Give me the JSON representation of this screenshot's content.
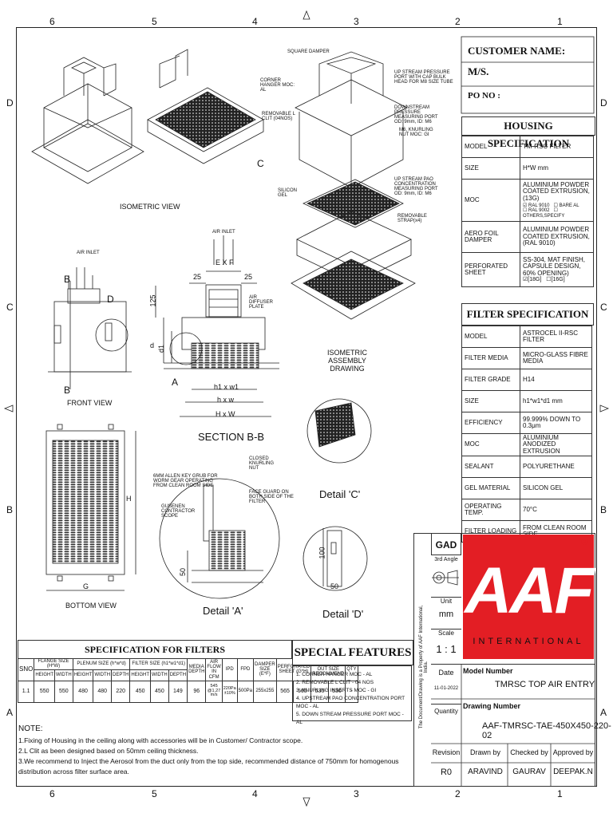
{
  "zones": {
    "top": [
      "6",
      "5",
      "4",
      "3",
      "2",
      "1"
    ],
    "side": [
      "D",
      "C",
      "B",
      "A"
    ]
  },
  "customer": {
    "name_label": "CUSTOMER NAME:",
    "ms": "M/S.",
    "po": "PO NO :"
  },
  "housing": {
    "title": "HOUSING SPECIFICATION",
    "rows": [
      {
        "k": "MODEL",
        "v": "TM-RSC FILTER"
      },
      {
        "k": "SIZE",
        "v": "H*W mm"
      },
      {
        "k": "MOC",
        "v": "ALUMINIUM POWDER COATED EXTRUSION,(13G)"
      },
      {
        "k": "AERO FOIL DAMPER",
        "v": "ALUMINIUM POWDER COATED EXTRUSION, (RAL 9010)"
      },
      {
        "k": "PERFORATED SHEET",
        "v": "SS-304, MAT FINISH, CAPSULE DESIGN, 60% OPENING)"
      }
    ],
    "moc_opts": [
      "RAL 9010",
      "BARE AL",
      "RAL 9002",
      "OTHERS,SPECIFY"
    ],
    "sheet_opts": [
      "[18G]",
      "[16G]"
    ]
  },
  "filter": {
    "title": "FILTER SPECIFICATION",
    "rows": [
      {
        "k": "MODEL",
        "v": "ASTROCEL II-RSC FILTER"
      },
      {
        "k": "FILTER MEDIA",
        "v": "MICRO-GLASS FIBRE MEDIA"
      },
      {
        "k": "FILTER GRADE",
        "v": "H14"
      },
      {
        "k": "SIZE",
        "v": "h1*w1*d1 mm"
      },
      {
        "k": "EFFICIENCY",
        "v": "99.999% DOWN TO 0.3μm"
      },
      {
        "k": "MOC",
        "v": "ALUMINIUM ANODIZED EXTRUSION"
      },
      {
        "k": "SEALANT",
        "v": "POLYURETHANE"
      },
      {
        "k": "GEL MATERIAL",
        "v": "SILICON GEL"
      },
      {
        "k": "OPERATING TEMP.",
        "v": "70°C"
      },
      {
        "k": "FILTER LOADING",
        "v": "FROM CLEAN ROOM SIDE"
      }
    ]
  },
  "views": {
    "iso": "ISOMETRIC VIEW",
    "iso_asm": "ISOMETRIC ASSEMBLY DRAWING",
    "front": "FRONT VIEW",
    "section": "SECTION B-B",
    "bottom": "BOTTOM VIEW",
    "detail_a": "Detail 'A'",
    "detail_c": "Detail 'C'",
    "detail_d": "Detail 'D'",
    "air_inlet": "AIR INLET",
    "air_diffuser": "AIR DIFFUSER PLATE",
    "exf": "E X F",
    "d25a": "25",
    "d25b": "25",
    "d125": "125",
    "dd": "d",
    "dd1": "d1",
    "h1w1": "h1 x w1",
    "hw": "h x w",
    "HW": "H x W",
    "G": "G",
    "H": "H",
    "d100": "100",
    "d50": "50",
    "d50b": "50",
    "A": "A",
    "B1": "B",
    "B2": "B",
    "C": "C",
    "D": "D",
    "c_square": "SQUARE DAMPER",
    "c_corner": "CORNER HANGER MOC: AL",
    "c_removable": "REMOVABLE L CLIT (04NOS)",
    "c_silicon": "SILICON GEL",
    "c_upstream": "UP STREAM PRESSURE PORT WITH CAP BULK HEAD FOR M8 SIZE TUBE",
    "c_downstream": "DOWNSTREAM PRESSURE MEASURING PORT OD: 9mm, ID: M6",
    "c_knurl": "M6, KNURLING NUT MOC: GI",
    "c_pao": "UP STREAM PAO CONCENTRATION MEASURING PORT OD: 9mm, ID: M6",
    "c_strap": "REMOVABLE STRAP(x4)",
    "c_allen": "6MM ALLEN KEY GRUB FOR WORM GEAR OPERATING FROM CLEAN ROOM SIDE",
    "c_closed": "CLOSED KNURLING NUT",
    "c_face": "FACE GUARD ON BOTH SIDE OF THE FILTER",
    "c_gusenen": "GUSENEN CONTRACTOR SCOPE"
  },
  "filter_table": {
    "title": "SPECIFICATION FOR FILTERS",
    "h": [
      "SNO",
      "FLANGE SIZE (H*W)",
      "PLENUM SIZE (h*w*d)",
      "FILTER SIZE (h1*w1*d1)",
      "MEDIA DEPTH",
      "AIR FLOW IN CFM",
      "IPD",
      "FPD",
      "DAMPER SIZE (E*F)",
      "PERFORATED SHEET (G*H)",
      "CEILING CUT OUT SIZE RECOMMEND",
      "QTY"
    ],
    "sub": [
      "HEIGHT",
      "WIDTH",
      "HEIGHT",
      "WIDTH",
      "DEPTH"
    ],
    "row": [
      "1.1",
      "550",
      "550",
      "480",
      "480",
      "220",
      "450",
      "450",
      "149",
      "96",
      "545 @1.27 m/s",
      "220Pa ±10%",
      "500Pa",
      "255x255",
      "565",
      "565",
      "530",
      "530",
      "-"
    ]
  },
  "features": {
    "title": "SPECIAL FEATURES",
    "items": [
      "1.   CORNER HANGER MOC - AL",
      "2.   REMOVABLE L CLIT - 04 NOS",
      "3.   KNURLING INSERTS MOC - GI",
      "4.   UPSTREAM PAO CONCENTRATION PORT MOC - AL",
      "5.   DOWN STREAM PRESSURE PORT MOC - AL"
    ]
  },
  "notes": {
    "title": "NOTE:",
    "lines": [
      "1.Fixing of Housing in the ceiling along with accessories will be in Customer/ Contractor scope.",
      "2.L Clit as been designed based on 50mm ceiling thickness.",
      "3.We recommend to Inject the Aerosol from the duct only from the top side, recommended distance of 750mm for homogenous distribution across filter surface area."
    ]
  },
  "titleblock": {
    "gad": "GAD",
    "angle": "3rd Angle",
    "unit": "Unit",
    "unit_v": "mm",
    "scale": "Scale",
    "scale_v": "1 : 1",
    "date": "Date",
    "date_v": "11-01-2022",
    "model_label": "Model Number",
    "model_v": "TMRSC TOP AIR ENTRY",
    "qty": "Quantity",
    "drawing_label": "Drawing Number",
    "drawing_v": "AAF-TMRSC-TAE-450X450-220-02",
    "rev": "Revision",
    "rev_v": "R0",
    "drawn": "Drawn by",
    "drawn_v": "ARAVIND",
    "checked": "Checked by",
    "checked_v": "GAURAV",
    "approved": "Approved by",
    "approved_v": "DEEPAK.N",
    "logo": "AAF",
    "logo_sub": "INTERNATIONAL",
    "vertical": "The Document/Drawing is a Property of AAF International, India."
  },
  "colors": {
    "logo_red": "#e31e24",
    "ink": "#111111"
  }
}
